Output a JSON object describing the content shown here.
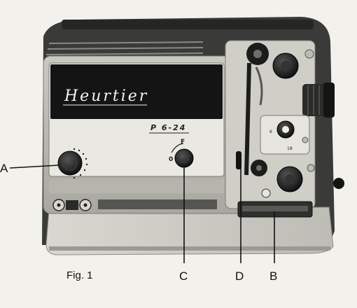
{
  "device": {
    "brand": "Heurtier",
    "model": "P 6-24",
    "dial_c_marks": {
      "left": "0",
      "right": "F"
    },
    "speed_dial_marks": {
      "low": "6",
      "high": "18"
    }
  },
  "callouts": {
    "a": "A",
    "b": "B",
    "c": "C",
    "d": "D"
  },
  "caption": "Fig. 1"
}
